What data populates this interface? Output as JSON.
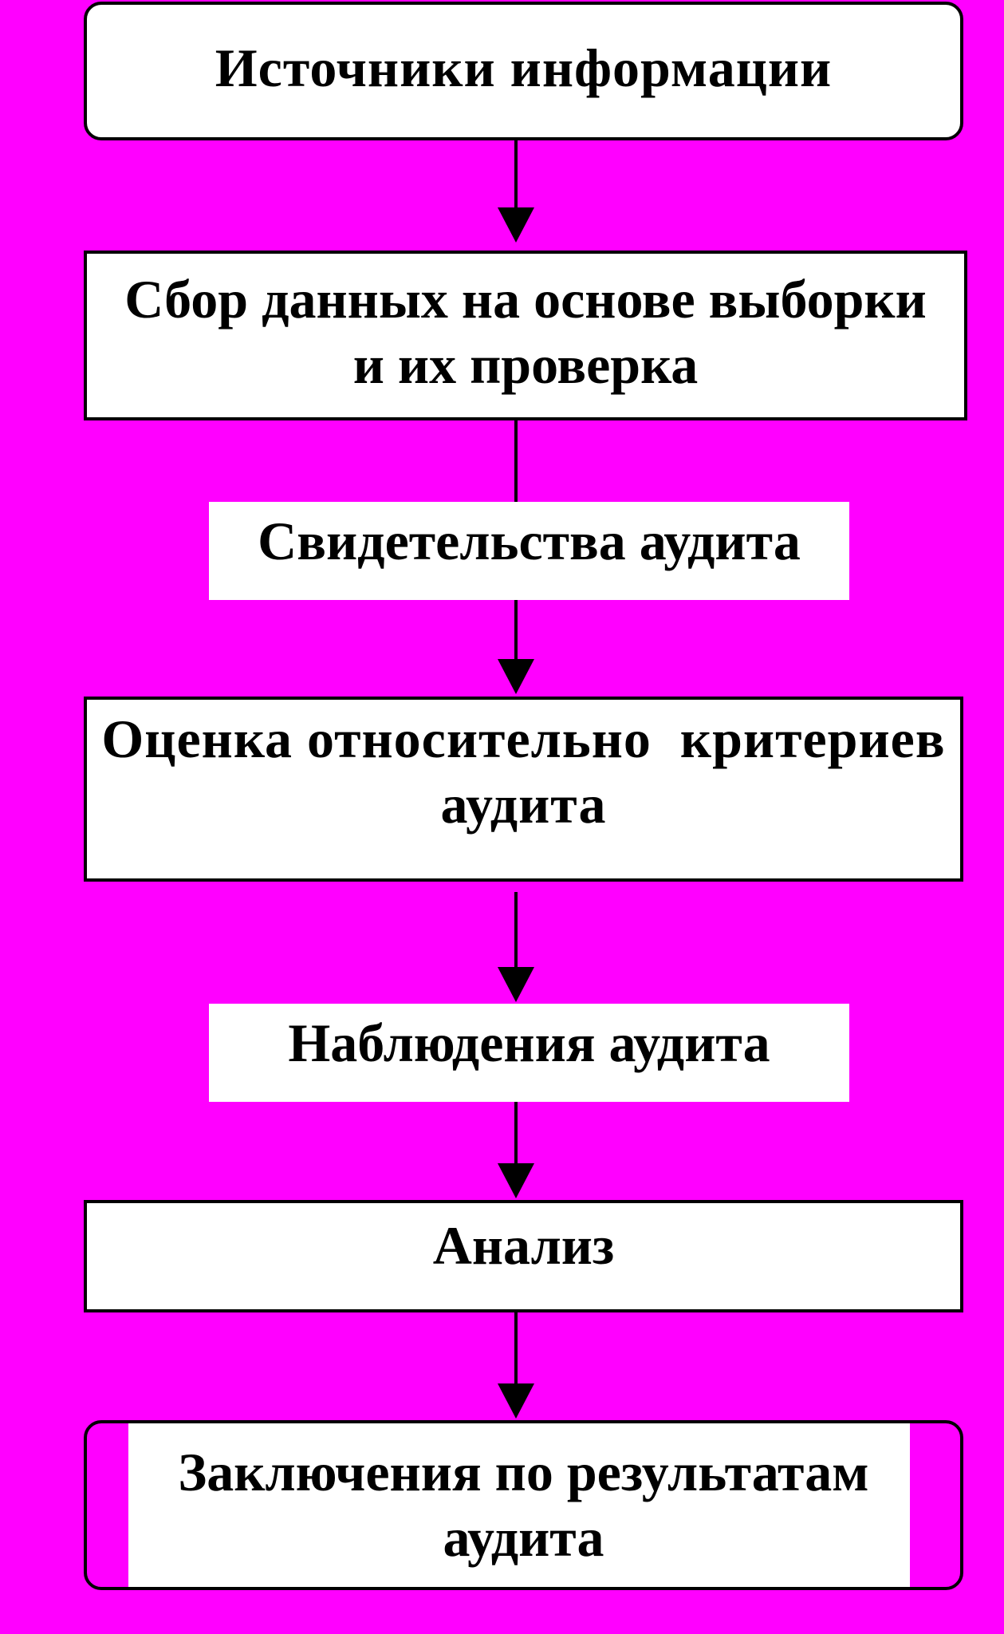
{
  "diagram": {
    "background_color": "#ff00ff",
    "box_fill_color": "#ffffff",
    "line_color": "#000000",
    "nodes": [
      {
        "id": "sources",
        "lines": [
          "Источники информации"
        ]
      },
      {
        "id": "collection",
        "lines": [
          "Сбор данных на основе выборки",
          "и их проверка"
        ]
      },
      {
        "id": "evidence",
        "lines": [
          "Свидетельства аудита"
        ]
      },
      {
        "id": "evaluation",
        "lines": [
          "Оценка относительно  критериев",
          "аудита"
        ]
      },
      {
        "id": "findings",
        "lines": [
          "Наблюдения аудита"
        ]
      },
      {
        "id": "analysis",
        "lines": [
          "Анализ"
        ]
      },
      {
        "id": "conclusions",
        "lines": [
          "Заключения по результатам",
          "аудита"
        ]
      }
    ],
    "edges": [
      {
        "from": "sources",
        "to": "collection",
        "arrow": true
      },
      {
        "from": "collection",
        "to": "evidence",
        "arrow": false
      },
      {
        "from": "evidence",
        "to": "evaluation",
        "arrow": true
      },
      {
        "from": "evaluation",
        "to": "findings",
        "arrow": true
      },
      {
        "from": "findings",
        "to": "analysis",
        "arrow": true
      },
      {
        "from": "analysis",
        "to": "conclusions",
        "arrow": true
      }
    ]
  }
}
